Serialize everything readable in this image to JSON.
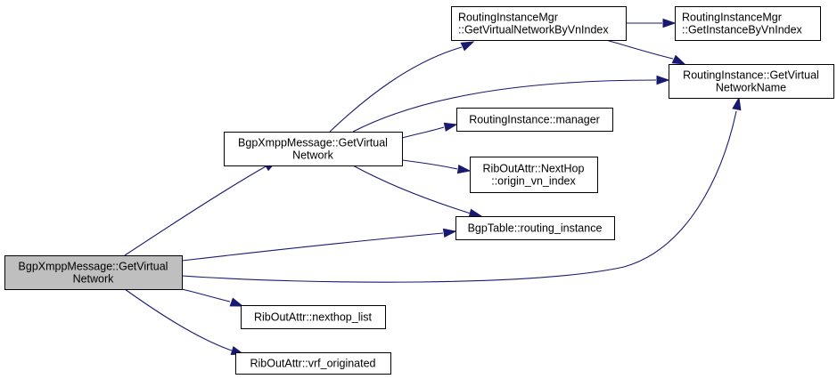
{
  "diagram": {
    "type": "call-graph",
    "edge_color": "#191970",
    "root_fill": "#bfbfbf",
    "node_fill": "#ffffff",
    "nodes": [
      {
        "id": "root",
        "lines": [
          "BgpXmppMessage::GetVirtual",
          "Network"
        ],
        "root": true
      },
      {
        "id": "getvn",
        "lines": [
          "BgpXmppMessage::GetVirtual",
          "Network"
        ]
      },
      {
        "id": "rimgr_byvn",
        "lines": [
          "RoutingInstanceMgr",
          "::GetVirtualNetworkByVnIndex"
        ]
      },
      {
        "id": "rimgr_inst",
        "lines": [
          "RoutingInstanceMgr",
          "::GetInstanceByVnIndex"
        ]
      },
      {
        "id": "ri_vnname",
        "lines": [
          "RoutingInstance::GetVirtual",
          "NetworkName"
        ]
      },
      {
        "id": "ri_manager",
        "lines": [
          "RoutingInstance::manager"
        ]
      },
      {
        "id": "nexthop_vn",
        "lines": [
          "RibOutAttr::NextHop",
          "::origin_vn_index"
        ]
      },
      {
        "id": "bgptable_ri",
        "lines": [
          "BgpTable::routing_instance"
        ]
      },
      {
        "id": "nexthop_list",
        "lines": [
          "RibOutAttr::nexthop_list"
        ]
      },
      {
        "id": "vrf_orig",
        "lines": [
          "RibOutAttr::vrf_originated"
        ]
      }
    ],
    "edges": [
      {
        "from": "root",
        "to": "getvn"
      },
      {
        "from": "root",
        "to": "bgptable_ri"
      },
      {
        "from": "root",
        "to": "ri_vnname"
      },
      {
        "from": "root",
        "to": "nexthop_list"
      },
      {
        "from": "root",
        "to": "vrf_orig"
      },
      {
        "from": "getvn",
        "to": "rimgr_byvn"
      },
      {
        "from": "getvn",
        "to": "ri_vnname"
      },
      {
        "from": "getvn",
        "to": "ri_manager"
      },
      {
        "from": "getvn",
        "to": "nexthop_vn"
      },
      {
        "from": "getvn",
        "to": "bgptable_ri"
      },
      {
        "from": "rimgr_byvn",
        "to": "rimgr_inst"
      },
      {
        "from": "rimgr_byvn",
        "to": "ri_vnname"
      }
    ]
  }
}
